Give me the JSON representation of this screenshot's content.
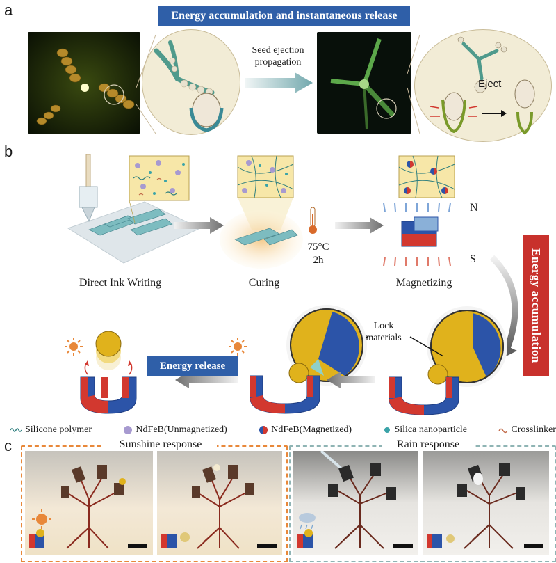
{
  "panel_a": {
    "letter": "a",
    "banner": "Energy accumulation and instantaneous release",
    "arrow_label": "Seed ejection propagation",
    "eject_label": "Eject"
  },
  "panel_b": {
    "letter": "b",
    "steps": [
      "Direct Ink Writing",
      "Curing",
      "Magnetizing"
    ],
    "temperature": "75°C",
    "duration": "2h",
    "pole_n": "N",
    "pole_s": "S",
    "energy_accumulation": "Energy accumulation",
    "energy_release": "Energy release",
    "lock_materials": "Lock materials"
  },
  "legend": [
    {
      "glyph": "wave",
      "label": "Silicone polymer"
    },
    {
      "glyph": "purple-dot",
      "label": "NdFeB(Unmagnetized)"
    },
    {
      "glyph": "red-blue-dot",
      "label": "NdFeB(Magnetized)"
    },
    {
      "glyph": "teal-dot",
      "label": "Silica nanoparticle"
    },
    {
      "glyph": "tilde",
      "label": "Crosslinker"
    }
  ],
  "panel_c": {
    "letter": "c",
    "sunshine_title": "Sunshine response",
    "rain_title": "Rain response"
  },
  "colors": {
    "banner_blue": "#2f5fa8",
    "accum_red": "#c8312c",
    "sun_orange": "#e8883a",
    "rain_teal": "#8fb4b4",
    "magnet_red": "#d2382f",
    "magnet_blue": "#2c54a8",
    "ball_yellow": "#e0b21c"
  }
}
